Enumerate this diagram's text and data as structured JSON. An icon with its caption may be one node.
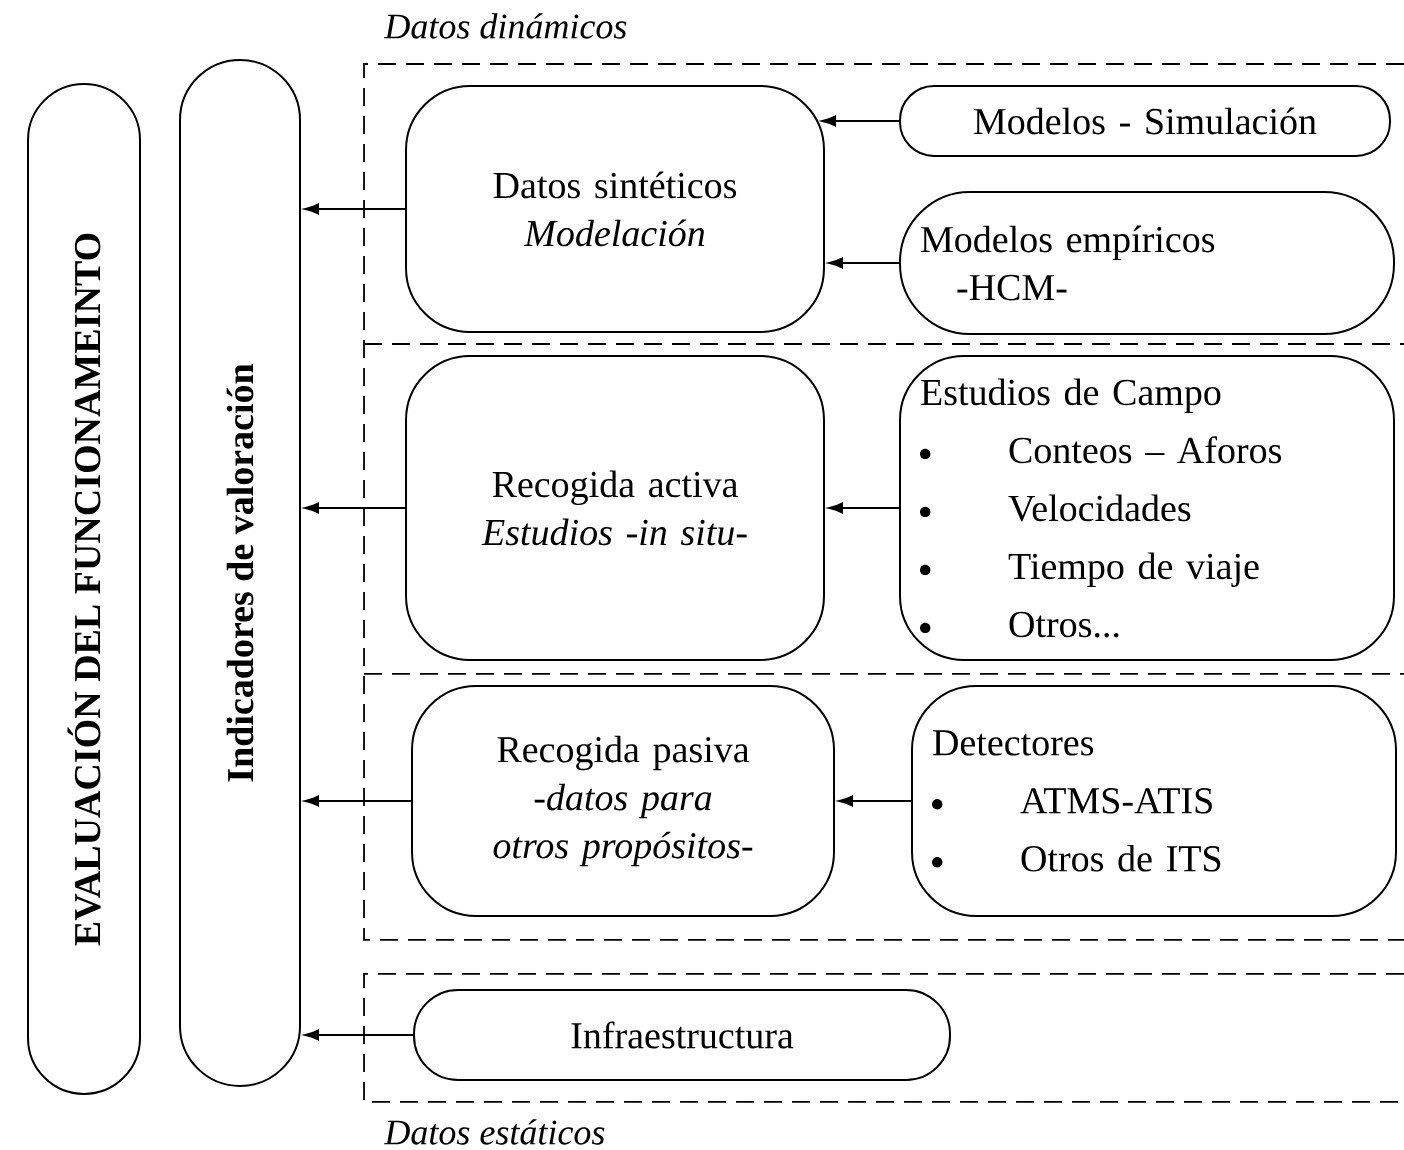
{
  "diagram": {
    "nodes": [
      {
        "text": [
          "EVALUACIÓN DEL FUNCIONAMEINTO"
        ]
      },
      {
        "text": [
          "Indicadores de valoración"
        ]
      },
      {
        "text": [
          "Datos dinámicos"
        ]
      },
      {
        "text": [
          "Datos estáticos"
        ]
      },
      {
        "text": [
          "Datos sintéticos",
          "Modelación"
        ],
        "in": 2
      },
      {
        "text": [
          "Modelos - Simulación"
        ],
        "in": 2
      },
      {
        "text": [
          "Modelos empíricos",
          "-HCM-"
        ],
        "in": 2
      },
      {
        "text": [
          "Recogida activa",
          "Estudios -in situ-"
        ],
        "in": 2
      },
      {
        "text": [
          "Estudios de Campo",
          "Conteos – Aforos",
          "Velocidades",
          "Tiempo de viaje",
          "Otros..."
        ],
        "in": 2
      },
      {
        "text": [
          "Recogida pasiva",
          "-datos para otros propósitos-"
        ],
        "in": 2
      },
      {
        "text": [
          "Detectores",
          "ATMS-ATIS",
          "Otros de ITS"
        ],
        "in": 2
      },
      {
        "text": [
          "Infraestructura"
        ],
        "in": 3
      }
    ],
    "edges": [
      {
        "from": 4,
        "to": 1,
        "arrow": "to"
      },
      {
        "from": 5,
        "to": 4,
        "arrow": "to"
      },
      {
        "from": 6,
        "to": 4,
        "arrow": "to"
      },
      {
        "from": 7,
        "to": 1,
        "arrow": "to"
      },
      {
        "from": 8,
        "to": 7,
        "arrow": "to"
      },
      {
        "from": 9,
        "to": 1,
        "arrow": "to"
      },
      {
        "from": 10,
        "to": 9,
        "arrow": "to"
      },
      {
        "from": 11,
        "to": 1,
        "arrow": "to"
      }
    ]
  }
}
